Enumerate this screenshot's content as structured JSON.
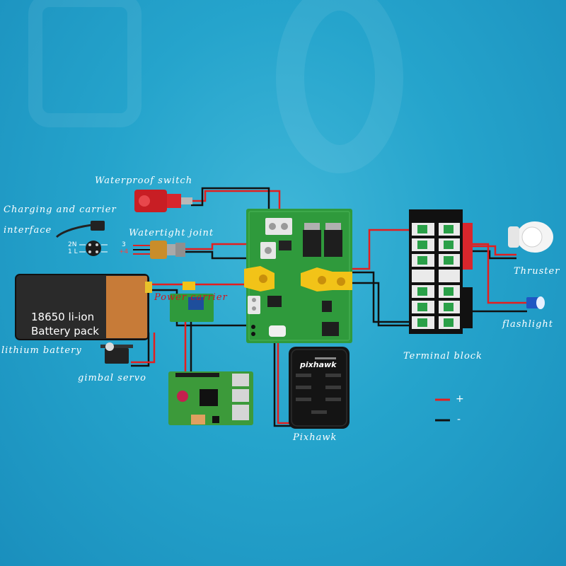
{
  "labels": {
    "waterproof_switch": "Waterproof switch",
    "charging_line1": "Charging and carrier",
    "charging_line2": "interface",
    "watertight_joint": "Watertight joint",
    "power_carrier": "Power carrier",
    "thruster": "Thruster",
    "flashlight": "flashlight",
    "terminal_block": "Terminal block",
    "lithium_battery": "lithium battery",
    "gimbal_servo": "gimbal servo",
    "pixhawk": "Pixhawk"
  },
  "battery": {
    "line1": "18650 li-ion",
    "line2": "Battery pack"
  },
  "connector_pins": {
    "left_top": "2N",
    "left_bottom": "1 L",
    "right_top": "3",
    "right_bottom": "+4"
  },
  "pixhawk_board": {
    "logo": "pixhawk"
  },
  "legend": {
    "positive_symbol": "+",
    "negative_symbol": "-",
    "positive_color": "#e41e1e",
    "negative_color": "#111111"
  },
  "colors": {
    "background": "#25a4cc",
    "wire_red": "#e41e1e",
    "wire_black": "#111111",
    "pcb_green": "#2f9a3c"
  }
}
